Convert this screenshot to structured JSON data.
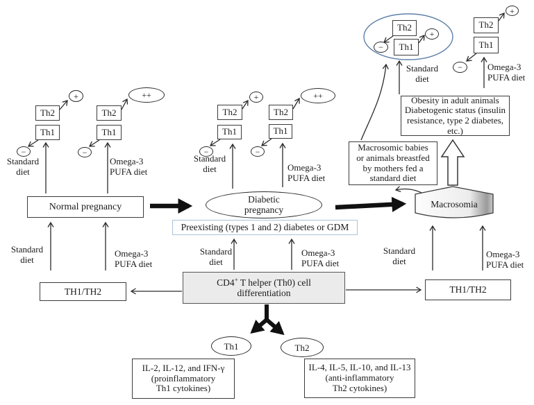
{
  "labels": {
    "th1": "Th1",
    "th2": "Th2",
    "plus": "+",
    "double_plus": "++",
    "minus": "−",
    "standard_diet": "Standard\ndiet",
    "omega3_diet": "Omega-3\nPUFA diet"
  },
  "nodes": {
    "normal_pregnancy": "Normal pregnancy",
    "diabetic_pregnancy": "Diabetic\npregnancy",
    "preexisting": "Preexisting (types 1 and 2) diabetes or GDM",
    "macrosomia": "Macrosomia",
    "macrosomic_babies": "Macrosomic babies\nor animals breastfed\nby mothers fed a\nstandard diet",
    "obesity": "Obesity in adult animals\nDiabetogenic status (insulin\nresistance, type 2 diabetes, etc.)",
    "th1_th2": "TH1/TH2",
    "cd4": {
      "base": "CD4",
      "sup": "+",
      "rest": " T helper (Th0) cell",
      "line2": "differentiation"
    },
    "th1_cytokines": "IL-2, IL-12, and IFN-γ\n(proinflammatory\nTh1 cytokines)",
    "th2_cytokines": "IL-4, IL-5, IL-10, and IL-13\n(anti-inflammatory\nTh2 cytokines)"
  },
  "colors": {
    "line": "#2a2a2a",
    "highlight_ellipse": "#5c7fa8",
    "preexisting_border": "#a9c3da",
    "cd4_fill": "#ebebeb",
    "macrosomia_shadow": "#9a9a9a"
  }
}
